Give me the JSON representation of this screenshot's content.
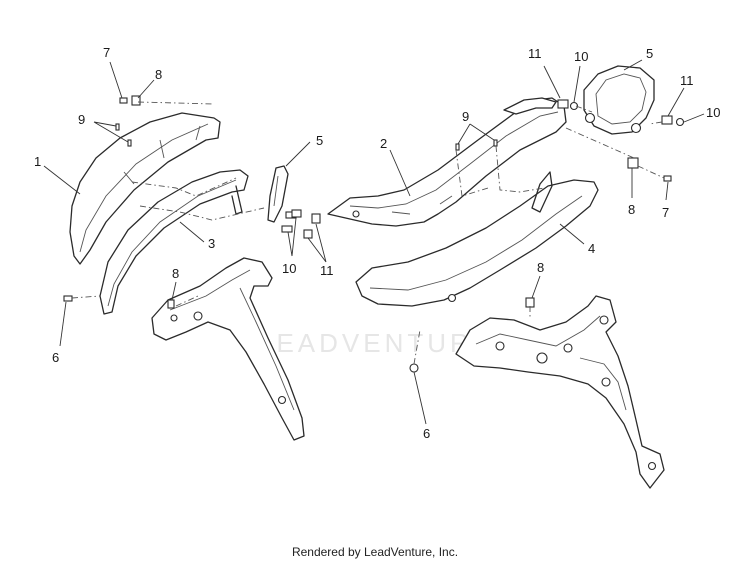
{
  "diagram": {
    "callouts": {
      "left_7": "7",
      "left_8_top": "8",
      "left_9": "9",
      "left_1": "1",
      "left_5": "5",
      "left_3": "3",
      "left_10": "10",
      "left_11": "11",
      "left_8_bottom": "8",
      "left_6": "6",
      "right_2": "2",
      "right_9": "9",
      "right_11_top": "11",
      "right_10_top": "10",
      "right_5": "5",
      "right_11_mid": "11",
      "right_10_mid": "10",
      "right_8_top": "8",
      "right_7": "7",
      "right_4": "4",
      "right_8_bottom": "8",
      "right_6": "6"
    },
    "watermark": "LEADVENTURE"
  },
  "footer": {
    "credit": "Rendered by LeadVenture, Inc."
  }
}
